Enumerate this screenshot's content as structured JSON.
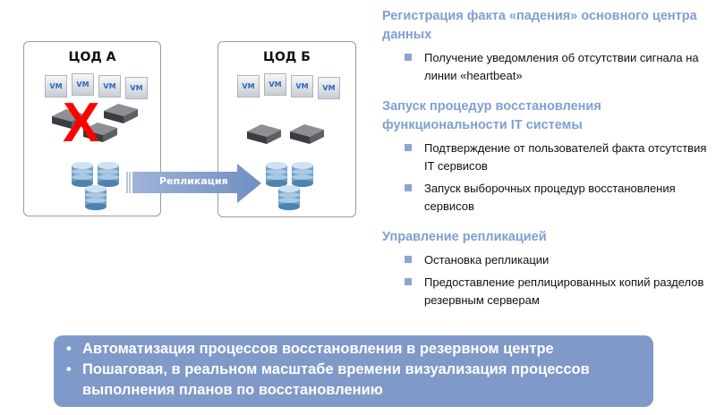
{
  "diagram": {
    "dc_a": {
      "title": "ЦОД А",
      "vms": [
        "VM",
        "VM",
        "VM",
        "VM"
      ]
    },
    "dc_b": {
      "title": "ЦОД Б",
      "vms": [
        "VM",
        "VM",
        "VM",
        "VM"
      ]
    },
    "arrow_label": "Репликация",
    "failure_mark": "X",
    "colors": {
      "accent": "#7f9fd2",
      "arrow": "#7f99c8",
      "failure": "#ff0000"
    }
  },
  "sections": [
    {
      "heading": "Регистрация факта «падения» основного центра данных",
      "bullets": [
        "Получение уведомления об отсутствии сигнала на линии «heartbeat»"
      ]
    },
    {
      "heading": "Запуск процедур восстановления функциональности IT системы",
      "bullets": [
        "Подтверждение от пользователей факта отсутствия IT сервисов",
        "Запуск выборочных процедур восстановления сервисов"
      ]
    },
    {
      "heading": "Управление репликацией",
      "bullets": [
        "Остановка репликации",
        "Предоставление реплицированных копий разделов резервным серверам"
      ]
    }
  ],
  "banner": {
    "bullet": "•",
    "items": [
      "Автоматизация процессов восстановления в резервном центре",
      "Пошаговая, в реальном масштабе времени визуализация процессов выполнения планов по восстановлению"
    ]
  }
}
